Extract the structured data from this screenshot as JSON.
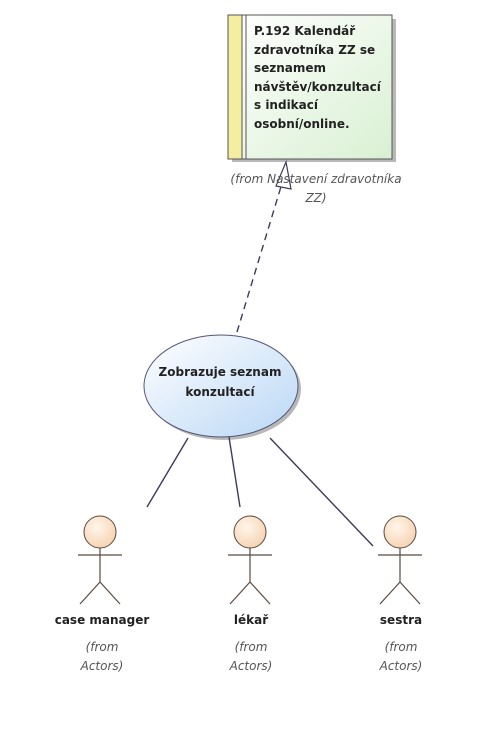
{
  "requirement": {
    "text": "P.192  Kalendář\nzdravotníka ZZ se\nseznamem\nnávštěv/konzultací\ns indikací\nosobní/online.",
    "from_note": "(from Nastavení zdravotníka\nZZ)"
  },
  "use_case": {
    "label": "Zobrazuje seznam\nkonzultací"
  },
  "actors": [
    {
      "name": "case manager",
      "from_note": "(from\nActors)"
    },
    {
      "name": "lékař",
      "from_note": "(from\nActors)"
    },
    {
      "name": "sestra",
      "from_note": "(from\nActors)"
    }
  ],
  "colors": {
    "requirement_fill_start": "#ffffff",
    "requirement_fill_end": "#d9f0d3",
    "requirement_stripe": "#f5eea0",
    "use_case_fill_start": "#ffffff",
    "use_case_fill_end": "#b9d7f5",
    "actor_head": "#f9dcc0",
    "line": "#3c3c5a"
  }
}
